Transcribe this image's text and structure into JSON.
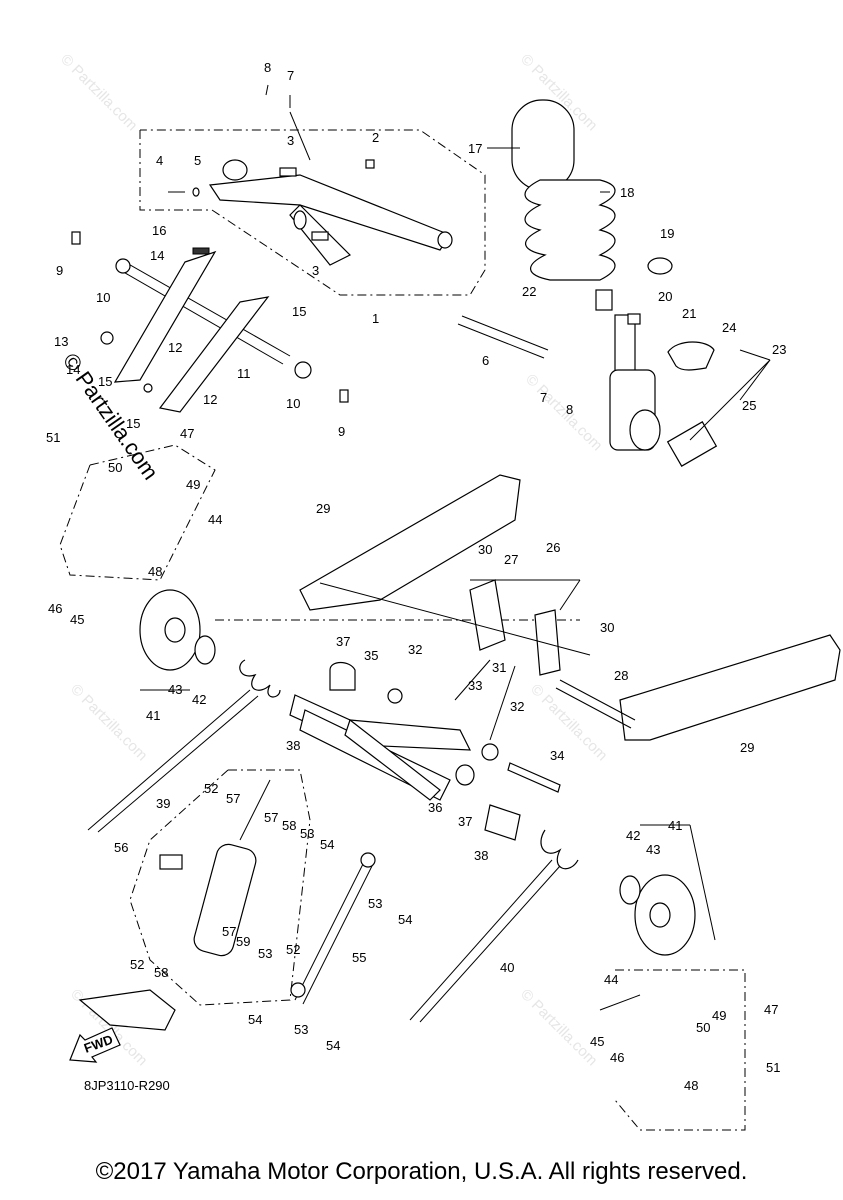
{
  "watermark": {
    "brand": "© Partzilla.com",
    "main": "© Partzilla.com"
  },
  "diagram": {
    "reference_code": "8JP3110-R290",
    "fwd_label": "FWD",
    "callouts": [
      "1",
      "2",
      "3",
      "3",
      "4",
      "5",
      "6",
      "7",
      "7",
      "8",
      "8",
      "9",
      "9",
      "10",
      "10",
      "11",
      "12",
      "12",
      "13",
      "14",
      "14",
      "15",
      "15",
      "15",
      "16",
      "17",
      "18",
      "19",
      "20",
      "21",
      "22",
      "23",
      "24",
      "25",
      "26",
      "27",
      "28",
      "29",
      "29",
      "30",
      "30",
      "31",
      "32",
      "32",
      "33",
      "34",
      "35",
      "36",
      "37",
      "37",
      "38",
      "38",
      "39",
      "40",
      "41",
      "41",
      "42",
      "42",
      "43",
      "43",
      "44",
      "44",
      "45",
      "45",
      "46",
      "46",
      "47",
      "47",
      "48",
      "48",
      "49",
      "49",
      "50",
      "50",
      "51",
      "51",
      "52",
      "52",
      "52",
      "53",
      "53",
      "53",
      "53",
      "54",
      "54",
      "54",
      "54",
      "55",
      "56",
      "57",
      "57",
      "57",
      "58",
      "58",
      "59"
    ]
  },
  "footer": {
    "copyright": "©2017 Yamaha Motor Corporation, U.S.A. All rights reserved."
  }
}
